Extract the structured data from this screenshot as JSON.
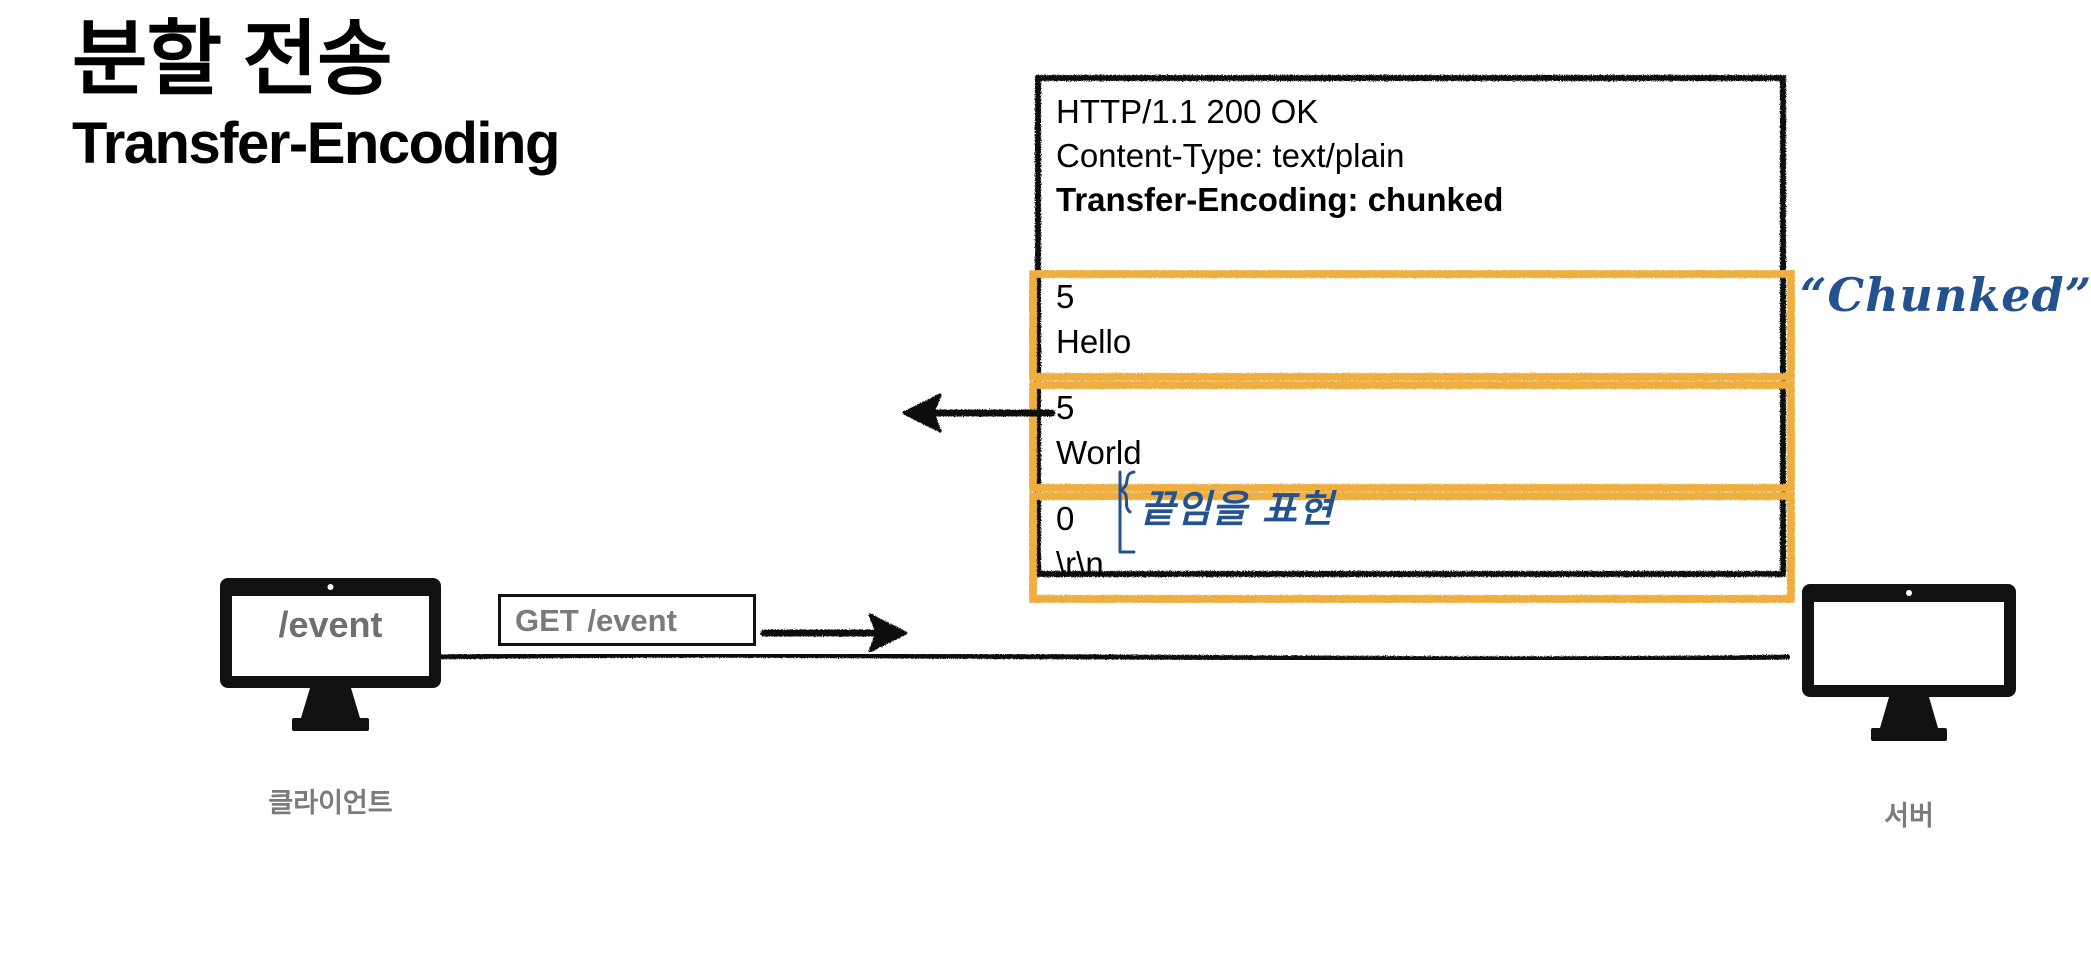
{
  "title": {
    "korean": "분할 전송",
    "english": "Transfer-Encoding"
  },
  "colors": {
    "orange_highlight": "#EFAE40",
    "handwriting_blue": "#23528F",
    "ink_black": "#111111",
    "gray_label": "#7B7B7B"
  },
  "response": {
    "headers": [
      {
        "text": "HTTP/1.1 200 OK",
        "bold": false
      },
      {
        "text": "Content-Type: text/plain",
        "bold": false
      },
      {
        "text": "Transfer-Encoding: chunked",
        "bold": true
      }
    ],
    "chunks": [
      {
        "size": "5",
        "body": "Hello"
      },
      {
        "size": "5",
        "body": "World"
      },
      {
        "size": "0",
        "body": "\\r\\n"
      }
    ]
  },
  "annotations": {
    "chunked_note": "“Chunked”",
    "terminator_note": "끝임을 표현"
  },
  "request": {
    "box_label": "GET /event"
  },
  "client": {
    "screen_text": "/event",
    "caption": "클라이언트"
  },
  "server": {
    "screen_text": "",
    "caption": "서버"
  },
  "icons": {
    "arrow_left": "arrow-left-icon",
    "arrow_right": "arrow-right-icon",
    "client_monitor": "monitor-icon",
    "server_monitor": "monitor-icon",
    "brace": "curly-brace-icon"
  }
}
